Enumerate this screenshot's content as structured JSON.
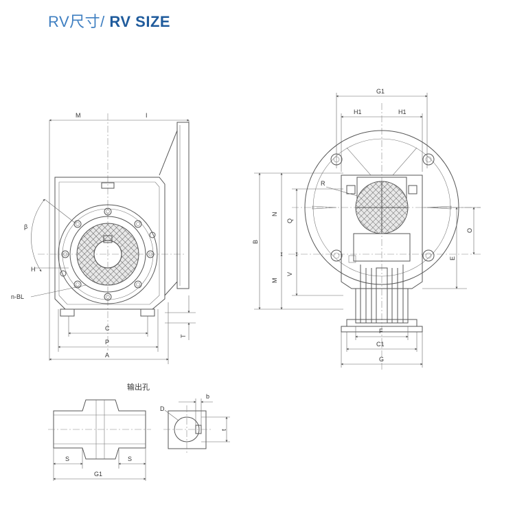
{
  "title": {
    "cn": "RV尺寸/",
    "en": " RV SIZE"
  },
  "colors": {
    "title_cn": "#3f7fc1",
    "title_en": "#1f5b9c",
    "line": "#555555"
  },
  "front_view": {
    "labels": {
      "M": "M",
      "I": "I",
      "beta": "β",
      "H": "H",
      "nBL": "n-BL",
      "T": "T",
      "C": "C",
      "P": "P",
      "A": "A"
    }
  },
  "side_view": {
    "labels": {
      "G1": "G1",
      "H1_left": "H1",
      "H1_right": "H1",
      "R": "R",
      "N": "N",
      "Q": "Q",
      "B": "B",
      "M": "M",
      "V": "V",
      "O": "O",
      "E": "E",
      "F": "F",
      "C1": "C1",
      "G": "G"
    }
  },
  "output_hole": {
    "caption": "输出孔",
    "labels": {
      "D": "D",
      "b": "b",
      "t": "t",
      "S_left": "S",
      "S_right": "S",
      "G1": "G1"
    }
  }
}
